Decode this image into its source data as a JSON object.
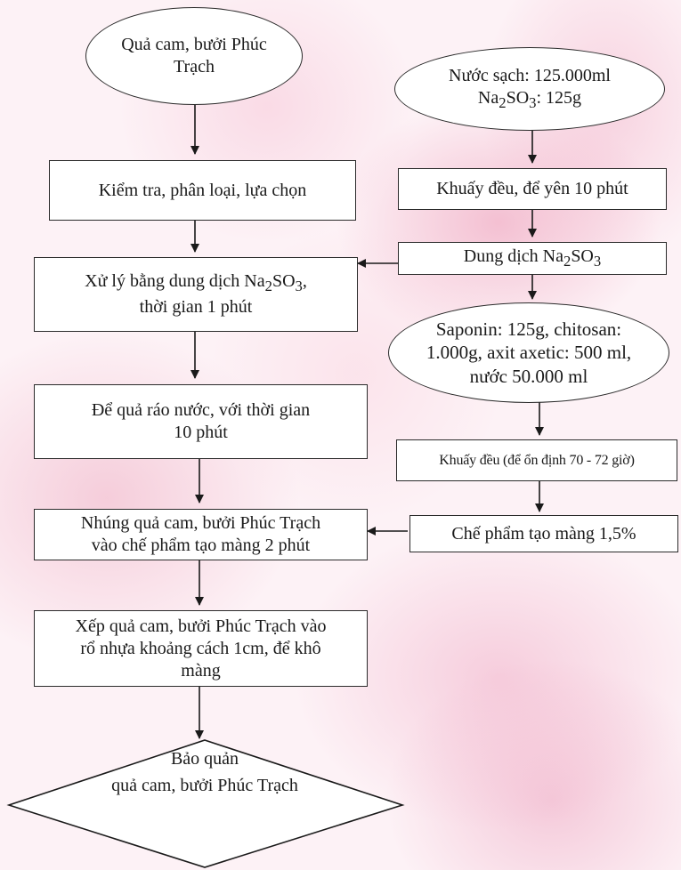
{
  "nodes": {
    "start_left": "Quả cam, bưởi Phúc Trạch",
    "inspect": "Kiểm tra, phân loại, lựa chọn",
    "treat_pre": "Xử lý bằng dung dịch Na",
    "treat_sub1": "2",
    "treat_mid": "SO",
    "treat_sub2": "3",
    "treat_post": ",",
    "treat_line2": "thời gian 1 phút",
    "drain": "Để quả ráo nước, với thời gian 10 phút",
    "dip_line1": "Nhúng quả cam, bưởi Phúc Trạch",
    "dip_line2": "vào chế phẩm tạo màng 2 phút",
    "arrange": "Xếp quả cam, bưởi Phúc Trạch vào rổ nhựa khoảng cách 1cm, để khô màng",
    "storage_line1": "Bảo quản",
    "storage_line2": "quả cam, bưởi Phúc Trạch",
    "water_line1": "Nước sạch: 125.000ml",
    "water_na": "Na",
    "water_sub1": "2",
    "water_so": "SO",
    "water_sub2": "3",
    "water_amount": ": 125g",
    "stir1": "Khuấy đều, để yên 10 phút",
    "solution_pre": "Dung dịch Na",
    "solution_sub1": "2",
    "solution_mid": "SO",
    "solution_sub2": "3",
    "mix": "Saponin: 125g, chitosan: 1.000g, axit axetic: 500 ml, nước 50.000 ml",
    "stir2": "Khuấy đều (để ổn định 70 - 72 giờ)",
    "film": "Chế phẩm tạo màng 1,5%"
  }
}
